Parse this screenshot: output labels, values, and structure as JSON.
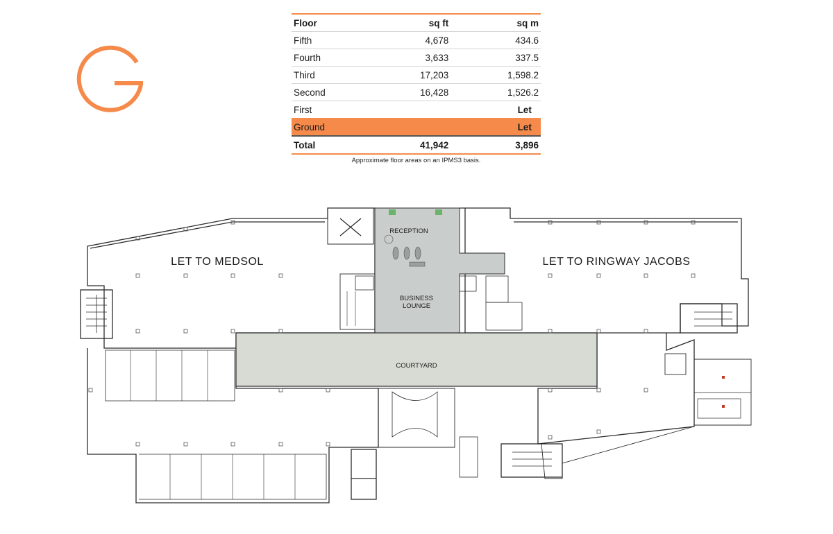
{
  "brand": {
    "accent_color": "#f58a4b",
    "logo_icon": "letter-g-icon"
  },
  "area_table": {
    "headers": {
      "floor": "Floor",
      "sqft": "sq ft",
      "sqm": "sq m"
    },
    "rows": [
      {
        "floor": "Fifth",
        "sqft": "4,678",
        "sqm": "434.6"
      },
      {
        "floor": "Fourth",
        "sqft": "3,633",
        "sqm": "337.5"
      },
      {
        "floor": "Third",
        "sqft": "17,203",
        "sqm": "1,598.2"
      },
      {
        "floor": "Second",
        "sqft": "16,428",
        "sqm": "1,526.2"
      },
      {
        "floor": "First",
        "status": "Let"
      },
      {
        "floor": "Ground",
        "status": "Let",
        "highlighted": true
      }
    ],
    "total": {
      "label": "Total",
      "sqft": "41,942",
      "sqm": "3,896"
    },
    "note": "Approximate floor areas on an IPMS3 basis."
  },
  "floor_plan": {
    "labels": {
      "west_tenant": "LET TO MEDSOL",
      "east_tenant": "LET TO RINGWAY JACOBS",
      "reception": "RECEPTION",
      "lounge_line1": "BUSINESS",
      "lounge_line2": "LOUNGE",
      "courtyard": "COURTYARD"
    },
    "colors": {
      "reception_fill": "#c9cdcc",
      "courtyard_fill": "#d7dbd3",
      "wall": "#2b2b2b"
    }
  }
}
